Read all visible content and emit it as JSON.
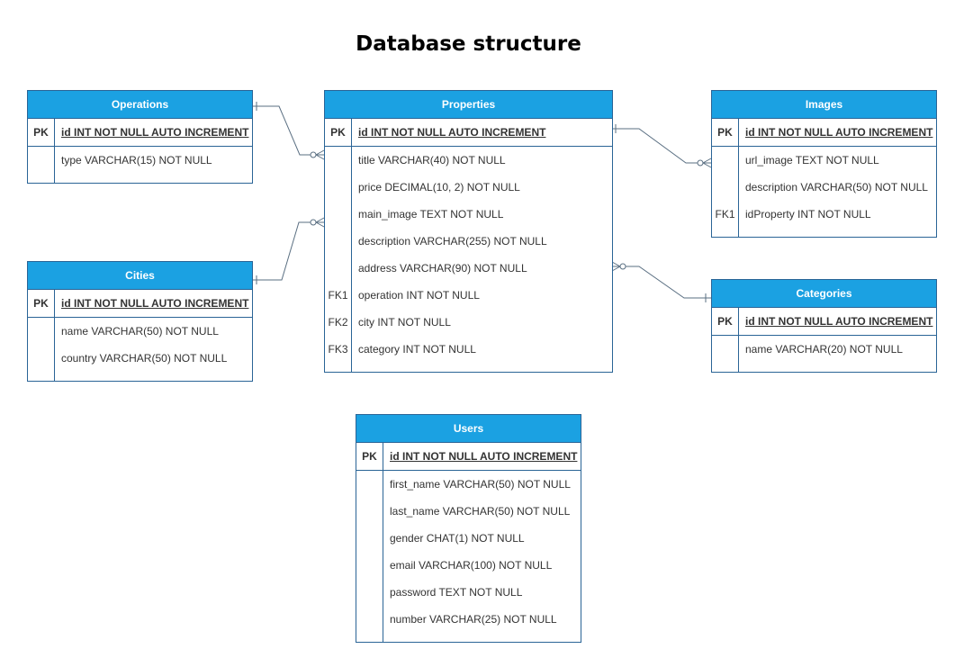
{
  "title": "Database structure",
  "tables": {
    "operations": {
      "name": "Operations",
      "pk": {
        "key": "PK",
        "field": "id INT NOT NULL AUTO INCREMENT"
      },
      "rows": [
        {
          "key": "",
          "field": "type VARCHAR(15) NOT NULL"
        }
      ]
    },
    "properties": {
      "name": "Properties",
      "pk": {
        "key": "PK",
        "field": "id INT NOT NULL AUTO INCREMENT"
      },
      "rows": [
        {
          "key": "",
          "field": "title VARCHAR(40) NOT NULL"
        },
        {
          "key": "",
          "field": "price DECIMAL(10, 2) NOT NULL"
        },
        {
          "key": "",
          "field": "main_image TEXT NOT NULL"
        },
        {
          "key": "",
          "field": "description VARCHAR(255) NOT NULL"
        },
        {
          "key": "",
          "field": "address VARCHAR(90) NOT NULL"
        },
        {
          "key": "FK1",
          "field": "operation INT NOT NULL"
        },
        {
          "key": "FK2",
          "field": "city INT NOT NULL"
        },
        {
          "key": "FK3",
          "field": "category INT NOT NULL"
        }
      ]
    },
    "images": {
      "name": "Images",
      "pk": {
        "key": "PK",
        "field": "id INT NOT NULL AUTO INCREMENT"
      },
      "rows": [
        {
          "key": "",
          "field": "url_image TEXT NOT NULL"
        },
        {
          "key": "",
          "field": "description VARCHAR(50) NOT NULL"
        },
        {
          "key": "FK1",
          "field": "idProperty INT NOT NULL"
        }
      ]
    },
    "cities": {
      "name": "Cities",
      "pk": {
        "key": "PK",
        "field": "id INT NOT NULL AUTO INCREMENT"
      },
      "rows": [
        {
          "key": "",
          "field": "name VARCHAR(50) NOT NULL"
        },
        {
          "key": "",
          "field": "country VARCHAR(50) NOT NULL"
        }
      ]
    },
    "categories": {
      "name": "Categories",
      "pk": {
        "key": "PK",
        "field": "id INT NOT NULL AUTO INCREMENT"
      },
      "rows": [
        {
          "key": "",
          "field": "name VARCHAR(20) NOT NULL"
        }
      ]
    },
    "users": {
      "name": "Users",
      "pk": {
        "key": "PK",
        "field": "id INT NOT NULL AUTO INCREMENT"
      },
      "rows": [
        {
          "key": "",
          "field": "first_name VARCHAR(50) NOT NULL"
        },
        {
          "key": "",
          "field": "last_name VARCHAR(50) NOT NULL"
        },
        {
          "key": "",
          "field": "gender CHAT(1) NOT NULL"
        },
        {
          "key": "",
          "field": "email VARCHAR(100) NOT NULL"
        },
        {
          "key": "",
          "field": "password TEXT NOT NULL"
        },
        {
          "key": "",
          "field": "number VARCHAR(25) NOT NULL"
        }
      ]
    }
  },
  "colors": {
    "header": "#1ba1e2",
    "border": "#2a6496",
    "text": "#333333",
    "connector": "#5a6f82"
  }
}
